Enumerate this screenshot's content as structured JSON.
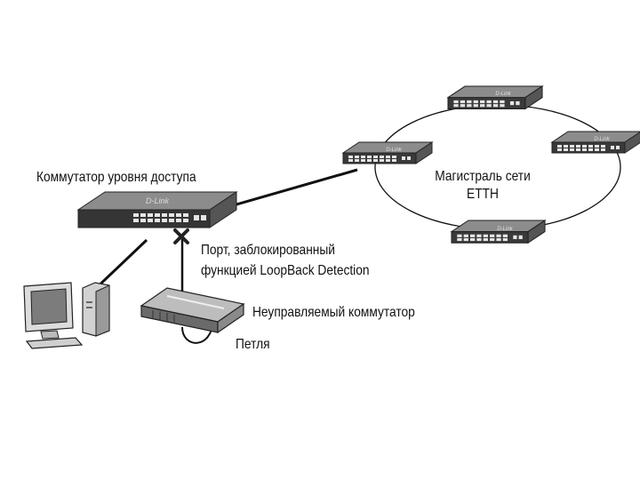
{
  "labels": {
    "access_switch": "Коммутатор уровня доступа",
    "blocked_port_line1": "Порт, заблокированный",
    "blocked_port_line2": "функцией LoopBack Detection",
    "unmanaged_switch": "Неуправляемый коммутатор",
    "loop": "Петля",
    "backbone_line1": "Магистраль сети",
    "backbone_line2": "ETTH"
  },
  "switch_logo": "D-Link",
  "colors": {
    "ink": "#111111",
    "switch_top": "#8a8a8a",
    "switch_front": "#3a3a3a",
    "background": "#ffffff"
  },
  "icons": [
    "desktop-computer-icon",
    "unmanaged-switch-icon",
    "blocked-port-x-icon"
  ]
}
